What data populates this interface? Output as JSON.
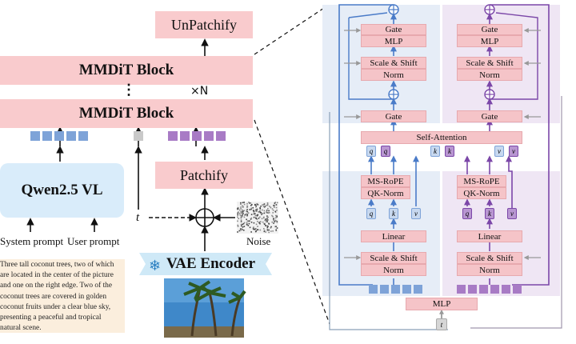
{
  "left": {
    "unpatchify": "UnPatchify",
    "mmdit_block_top": "MMDiT Block",
    "mmdit_block_bottom": "MMDiT Block",
    "vdots": "⋮",
    "times_n": "×N",
    "qwen": "Qwen2.5 VL",
    "system_prompt": "System prompt",
    "user_prompt": "User prompt",
    "patchify": "Patchify",
    "t_label": "t",
    "noise_label": "Noise",
    "vae_encoder": "VAE Encoder",
    "caption": [
      "Three tall coconut trees, two of which",
      "are located in the center of the picture",
      "and one on the right edge. Two of the",
      "coconut trees are covered in golden",
      "coconut fruits under a clear blue sky,",
      "presenting a peaceful and tropical",
      "natural scene."
    ]
  },
  "right": {
    "gate": "Gate",
    "mlp": "MLP",
    "scale_shift": "Scale & Shift",
    "norm": "Norm",
    "self_attention": "Self-Attention",
    "ms_rope": "MS-RoPE",
    "qk_norm": "QK-Norm",
    "linear": "Linear",
    "bottom_mlp": "MLP",
    "t": "t",
    "q": "q",
    "k": "k",
    "v": "v"
  },
  "colors": {
    "pink_box": "#f9cbcd",
    "text_token": "#7ea3d8",
    "image_token": "#a87bc5",
    "blue_line": "#4a7bc8",
    "purple_line": "#7b47a8",
    "panel_blue": "#e6edf7",
    "panel_purple": "#efe6f4",
    "caption_bg": "#fbeedd",
    "qwen_bg": "#d9ecfa"
  }
}
